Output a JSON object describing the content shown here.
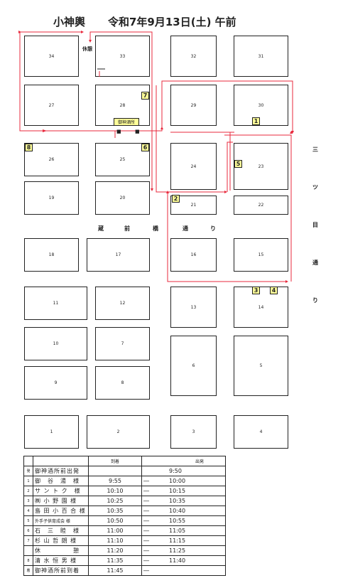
{
  "title": {
    "left": "小神輿",
    "right": "令和7年9月13日(土)  午前"
  },
  "blocks": {
    "b34": "34",
    "b33": "33",
    "b32": "32",
    "b31": "31",
    "b27": "27",
    "b28": "28",
    "b29": "29",
    "b30": "30",
    "b26": "26",
    "b25": "25",
    "b24": "24",
    "b23": "23",
    "b19": "19",
    "b20": "20",
    "b21": "21",
    "b22": "22",
    "b18": "18",
    "b17": "17",
    "b16": "16",
    "b15": "15",
    "b11": "11",
    "b12": "12",
    "b13": "13",
    "b14": "14",
    "b10": "10",
    "b7": "7",
    "b6": "6",
    "b5": "5",
    "b9": "9",
    "b8": "8",
    "b1": "1",
    "b2": "2",
    "b3": "3",
    "b4": "4"
  },
  "markers": {
    "m1": "1",
    "m2": "2",
    "m3": "3",
    "m4": "4",
    "m5": "5",
    "m6": "6",
    "m7": "7",
    "m8": "8"
  },
  "labels": {
    "rest": "休憩",
    "shrine": "御神酒所"
  },
  "streets": {
    "kuramae": [
      "蔵",
      "前",
      "橋",
      "通",
      "り"
    ],
    "mitsume": [
      "三",
      "ツ",
      "目",
      "通",
      "り"
    ]
  },
  "schedule": {
    "headers": {
      "arrive": "到着",
      "depart": "出発"
    },
    "rows": [
      {
        "no": "発",
        "name": "御神酒所前出発",
        "arrive": "",
        "dash": "",
        "depart": "9:50"
      },
      {
        "no": "1",
        "name": "御　谷　湯　様",
        "arrive": "9:55",
        "dash": "―",
        "depart": "10:00"
      },
      {
        "no": "2",
        "name": "サ ン ト ク　様",
        "arrive": "10:10",
        "dash": "―",
        "depart": "10:15"
      },
      {
        "no": "3",
        "name": "㈱ 小 野 園 様",
        "arrive": "10:25",
        "dash": "―",
        "depart": "10:35"
      },
      {
        "no": "4",
        "name": "島 田 小 百 合 様",
        "arrive": "10:35",
        "dash": "―",
        "depart": "10:40"
      },
      {
        "no": "5",
        "name": "外手子供育成会 様",
        "arrive": "10:50",
        "dash": "―",
        "depart": "10:55"
      },
      {
        "no": "6",
        "name": "石　三　睦　様",
        "arrive": "11:00",
        "dash": "―",
        "depart": "11:05"
      },
      {
        "no": "7",
        "name": "杉 山 哲 朗 様",
        "arrive": "11:10",
        "dash": "―",
        "depart": "11:15"
      },
      {
        "no": "",
        "name": "休　　　　　憩",
        "arrive": "11:20",
        "dash": "―",
        "depart": "11:25"
      },
      {
        "no": "8",
        "name": "清 水 恒 男 様",
        "arrive": "11:35",
        "dash": "―",
        "depart": "11:40"
      },
      {
        "no": "着",
        "name": "御神酒所前到着",
        "arrive": "11:45",
        "dash": "―",
        "depart": ""
      }
    ]
  },
  "colors": {
    "route": "#e8283c",
    "marker": "#ffff99",
    "line": "#222222"
  }
}
